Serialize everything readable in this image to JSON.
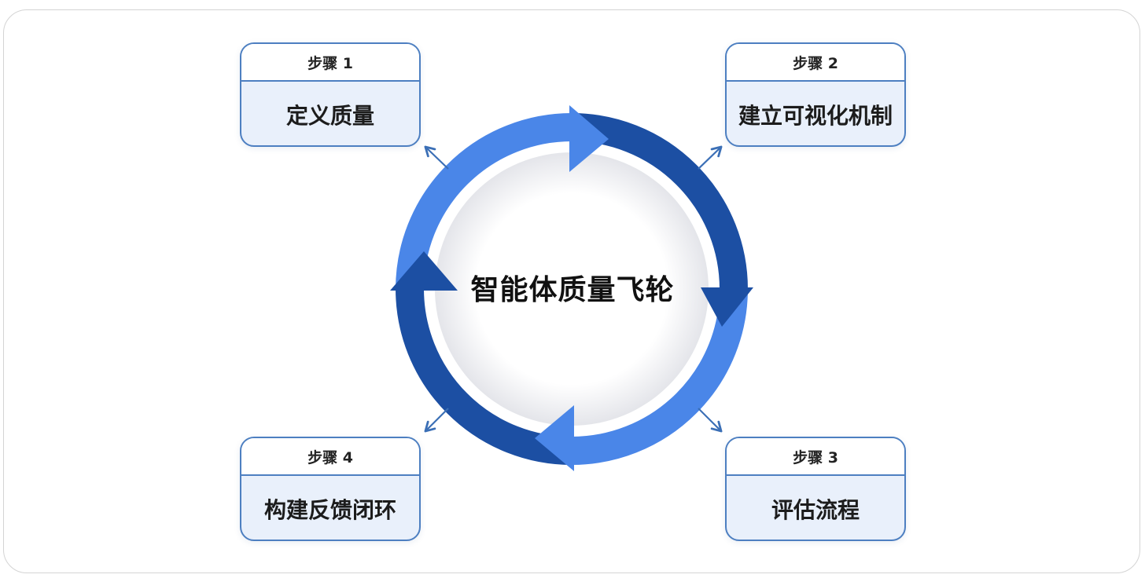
{
  "diagram": {
    "center_title": "智能体质量飞轮",
    "steps": [
      {
        "header": "步骤 1",
        "label": "定义质量"
      },
      {
        "header": "步骤 2",
        "label": "建立可视化机制"
      },
      {
        "header": "步骤 3",
        "label": "评估流程"
      },
      {
        "header": "步骤 4",
        "label": "构建反馈闭环"
      }
    ]
  },
  "colors": {
    "ring_light": "#4a86e8",
    "ring_dark": "#1c4fa3",
    "card_border": "#4d7fc1",
    "card_fill": "#e9f0fb",
    "inner_disc": "#e5e6ea",
    "pointer_arrow": "#3b6fb6"
  }
}
